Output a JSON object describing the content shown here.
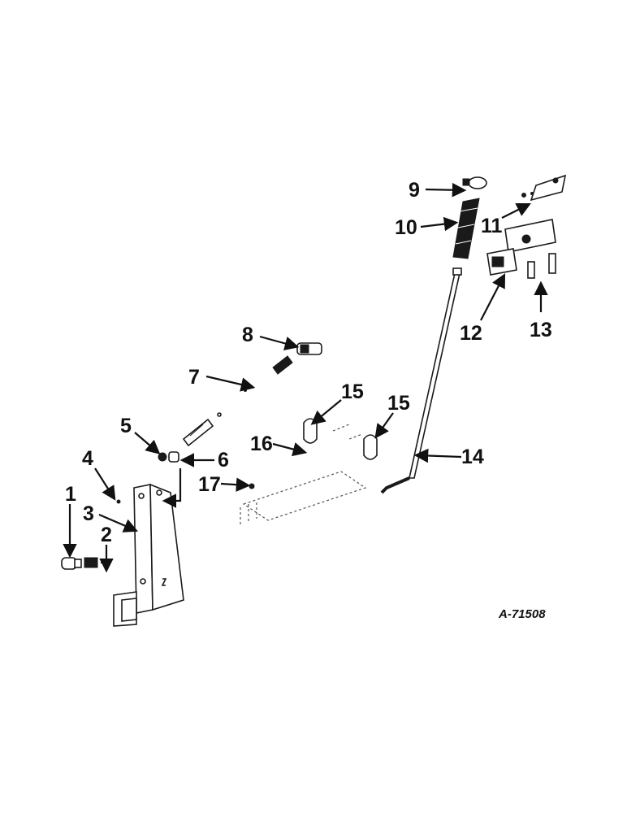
{
  "diagram": {
    "callouts": [
      "1",
      "2",
      "3",
      "4",
      "5",
      "6",
      "7",
      "8",
      "9",
      "10",
      "11",
      "12",
      "13",
      "14",
      "15",
      "15",
      "16",
      "17"
    ],
    "reference_code": "A-71508"
  },
  "colors": {
    "ink": "#111111",
    "background": "#ffffff"
  }
}
